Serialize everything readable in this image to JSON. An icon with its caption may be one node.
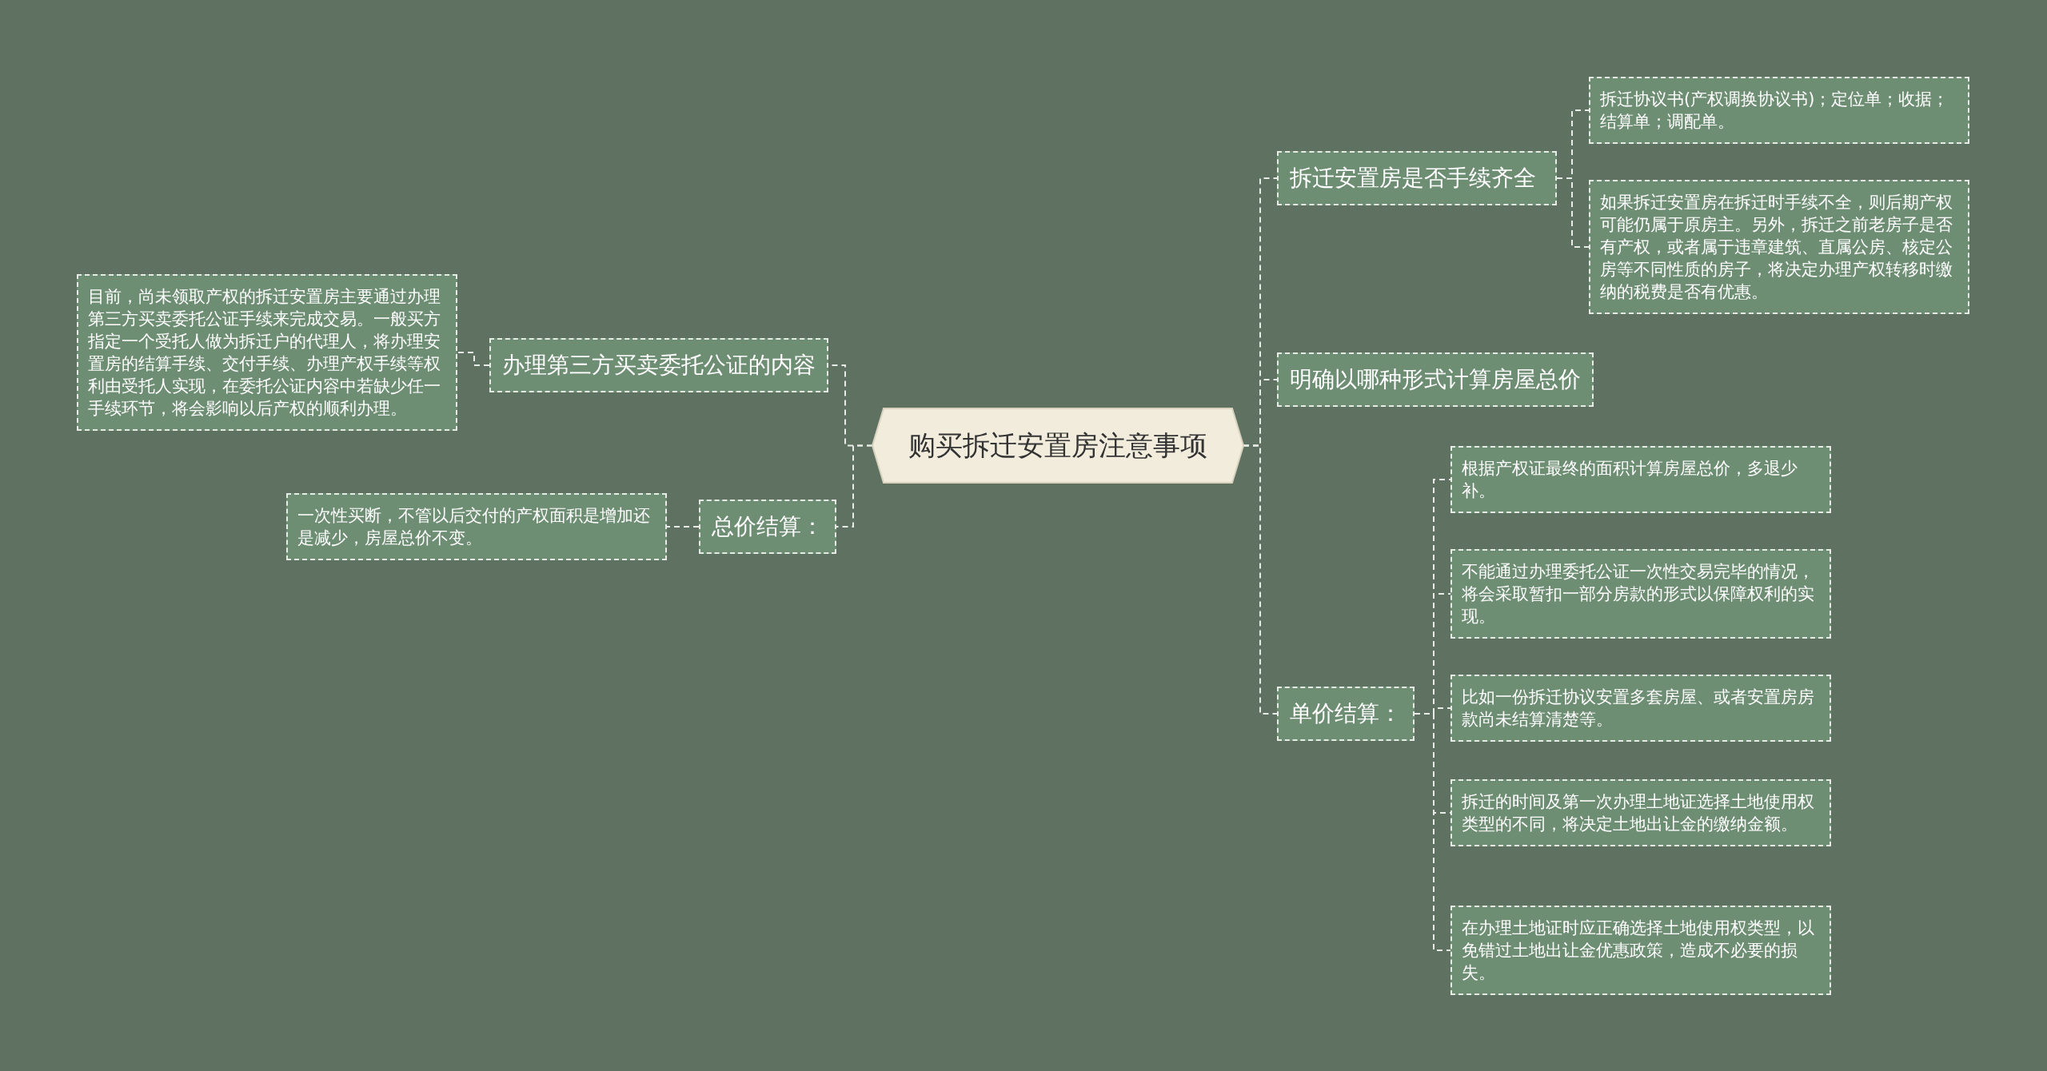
{
  "diagram": {
    "nodes": [
      {
        "text": [
          "购买拆迁安置房注意事项"
        ]
      },
      {
        "text": [
          "拆迁安置房是否手续齐全"
        ]
      },
      {
        "text": [
          "拆迁协议书(产权调换协议书)；定位单；收据；结算单；调配单。"
        ]
      },
      {
        "text": [
          "如果拆迁安置房在拆迁时手续不全，则后期产权可能仍属于原房主。另外，拆迁之前老房子是否有产权，或者属于违章建筑、直属公房、核定公房等不同性质的房子，将决定办理产权转移时缴纳的税费是否有优惠。"
        ]
      },
      {
        "text": [
          "明确以哪种形式计算房屋总价"
        ]
      },
      {
        "text": [
          "单价结算："
        ]
      },
      {
        "text": [
          "根据产权证最终的面积计算房屋总价，多退少补。"
        ]
      },
      {
        "text": [
          "不能通过办理委托公证一次性交易完毕的情况，将会采取暂扣一部分房款的形式以保障权利的实现。"
        ]
      },
      {
        "text": [
          "比如一份拆迁协议安置多套房屋、或者安置房房款尚未结算清楚等。"
        ]
      },
      {
        "text": [
          "拆迁的时间及第一次办理土地证选择土地使用权类型的不同，将决定土地出让金的缴纳金额。"
        ]
      },
      {
        "text": [
          "在办理土地证时应正确选择土地使用权类型，以免错过土地出让金优惠政策，造成不必要的损失。"
        ]
      },
      {
        "text": [
          "办理第三方买卖委托公证的内容"
        ]
      },
      {
        "text": [
          "目前，尚未领取产权的拆迁安置房主要通过办理第三方买卖委托公证手续来完成交易。一般买方指定一个受托人做为拆迁户的代理人，将办理安置房的结算手续、交付手续、办理产权手续等权利由受托人实现，在委托公证内容中若缺少任一手续环节，将会影响以后产权的顺利办理。"
        ]
      },
      {
        "text": [
          "总价结算："
        ]
      },
      {
        "text": [
          "一次性买断，不管以后交付的产权面积是增加还是减少，房屋总价不变。"
        ]
      }
    ],
    "edges": [
      {
        "from": 0,
        "to": 1,
        "arrow": "none"
      },
      {
        "from": 1,
        "to": 2,
        "arrow": "none"
      },
      {
        "from": 1,
        "to": 3,
        "arrow": "none"
      },
      {
        "from": 0,
        "to": 4,
        "arrow": "none"
      },
      {
        "from": 0,
        "to": 5,
        "arrow": "none"
      },
      {
        "from": 5,
        "to": 6,
        "arrow": "none"
      },
      {
        "from": 5,
        "to": 7,
        "arrow": "none"
      },
      {
        "from": 5,
        "to": 8,
        "arrow": "none"
      },
      {
        "from": 5,
        "to": 9,
        "arrow": "none"
      },
      {
        "from": 5,
        "to": 10,
        "arrow": "none"
      },
      {
        "from": 0,
        "to": 11,
        "arrow": "none"
      },
      {
        "from": 11,
        "to": 12,
        "arrow": "none"
      },
      {
        "from": 0,
        "to": 13,
        "arrow": "none"
      },
      {
        "from": 13,
        "to": 14,
        "arrow": "none"
      }
    ]
  }
}
